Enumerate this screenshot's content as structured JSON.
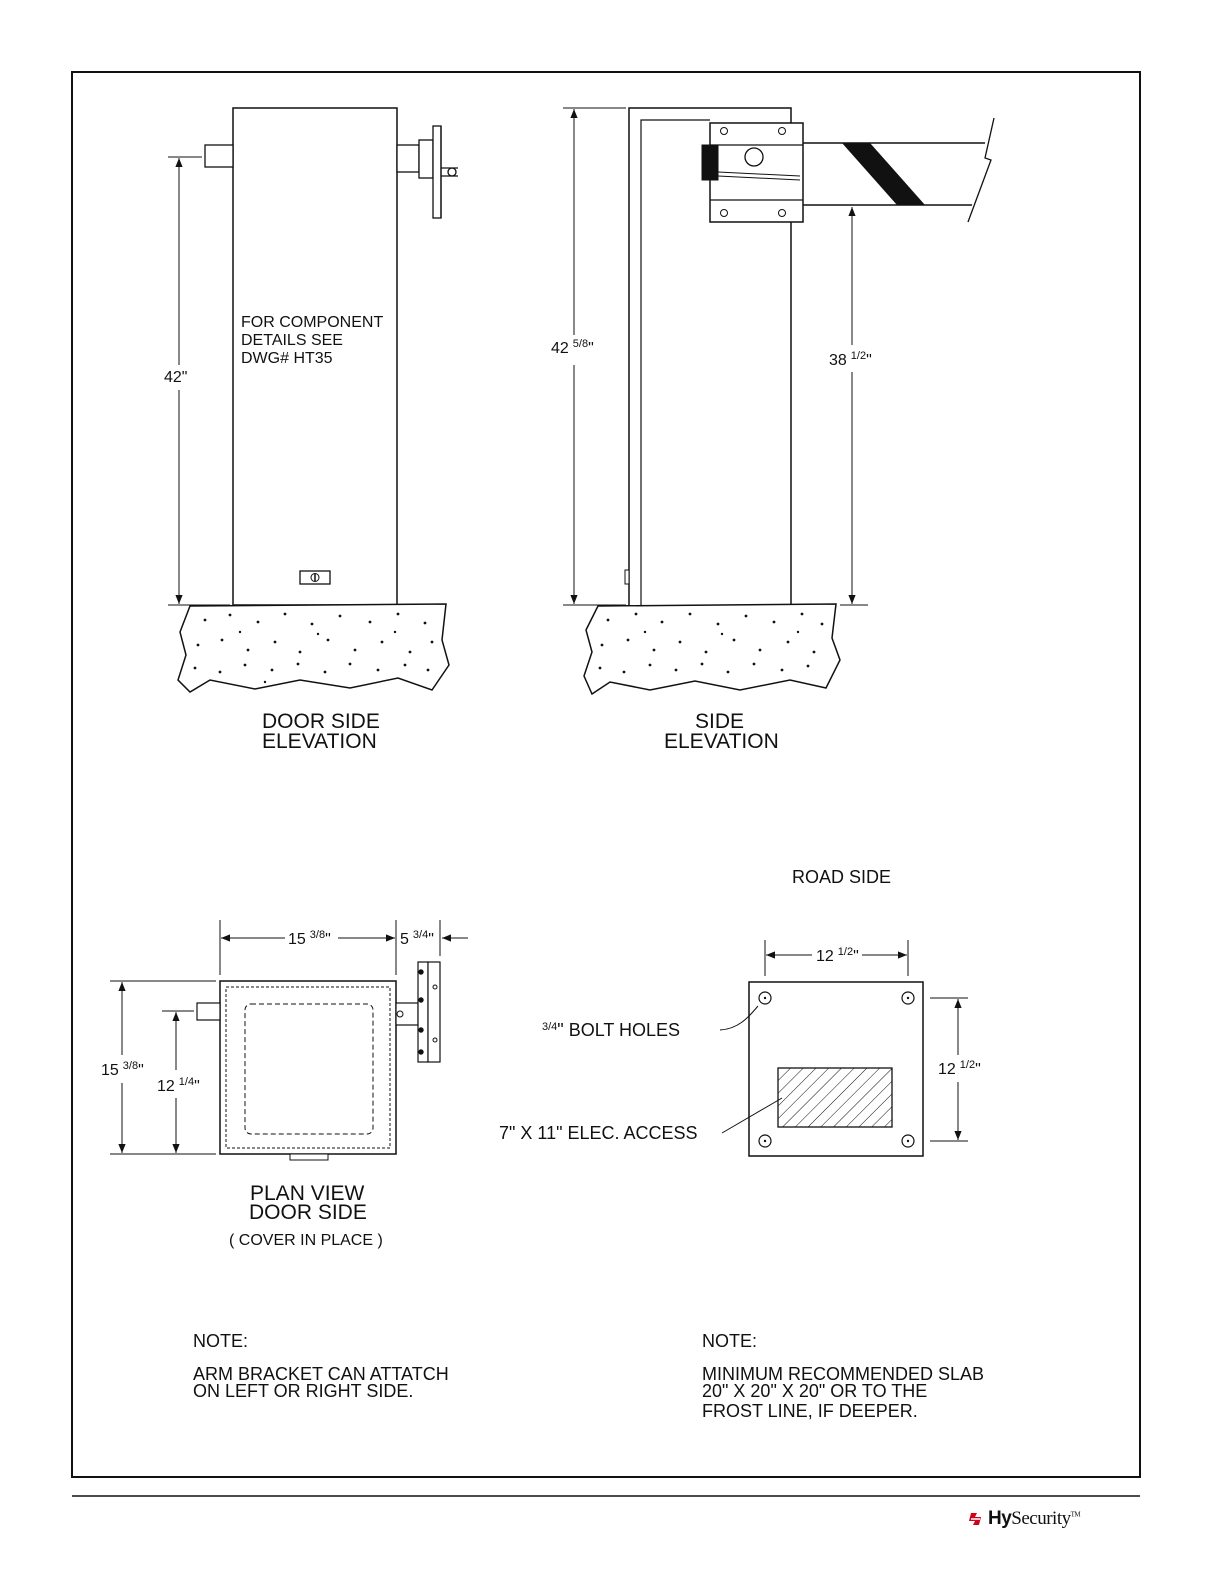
{
  "door_side_elevation": {
    "title_line1": "DOOR SIDE",
    "title_line2": "ELEVATION",
    "height_dim": "42\"",
    "component_note_line1": "FOR COMPONENT",
    "component_note_line2": "DETAILS SEE",
    "component_note_line3": "DWG# HT35"
  },
  "side_elevation": {
    "title_line1": "SIDE",
    "title_line2": "ELEVATION",
    "total_height_whole": "42",
    "total_height_frac": "5/8",
    "arm_height_whole": "38",
    "arm_height_frac": "1/2"
  },
  "plan_view": {
    "title_line1": "PLAN VIEW",
    "title_line2": "DOOR SIDE",
    "subtitle": "( COVER IN PLACE )",
    "width_whole": "15",
    "width_frac": "3/8",
    "bracket_whole": "5",
    "bracket_frac": "3/4",
    "depth_whole": "15",
    "depth_frac": "3/8",
    "shaft_whole": "12",
    "shaft_frac": "1/4"
  },
  "road_side": {
    "title": "ROAD SIDE",
    "width_whole": "12",
    "width_frac": "1/2",
    "height_whole": "12",
    "height_frac": "1/2",
    "bolt_label_frac": "3/4",
    "bolt_label_text": "\" BOLT HOLES",
    "access_label": "7\" X 11\" ELEC. ACCESS"
  },
  "notes": {
    "left_heading": "NOTE:",
    "left_line1": "ARM BRACKET CAN ATTATCH",
    "left_line2": "ON LEFT OR RIGHT SIDE.",
    "right_heading": "NOTE:",
    "right_line1": "MINIMUM RECOMMENDED SLAB",
    "right_line2": "20\" X 20\" X 20\" OR TO THE",
    "right_line3": "FROST LINE, IF DEEPER."
  },
  "footer": {
    "brand_bold": "Hy",
    "brand_rest": "Security",
    "brand_mark": "TM",
    "logo_color": "#d0021b"
  },
  "icons": {
    "logo": "hysecurity-logo-icon"
  }
}
